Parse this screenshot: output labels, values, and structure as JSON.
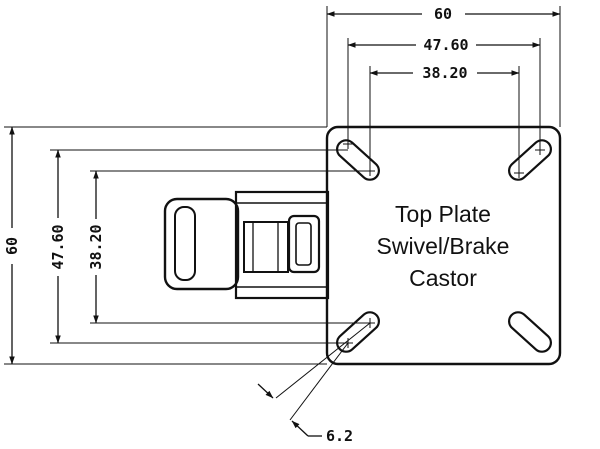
{
  "plate_label": {
    "line1": "Top Plate",
    "line2": "Swivel/Brake",
    "line3": "Castor"
  },
  "dimensions": {
    "plate_width": "60",
    "hole_spacing_outer_x": "47.60",
    "hole_spacing_inner_x": "38.20",
    "plate_height": "60",
    "hole_spacing_outer_y": "47.60",
    "hole_spacing_inner_y": "38.20",
    "slot_width": "6.2"
  },
  "colors": {
    "line": "#111111",
    "background": "#ffffff"
  }
}
